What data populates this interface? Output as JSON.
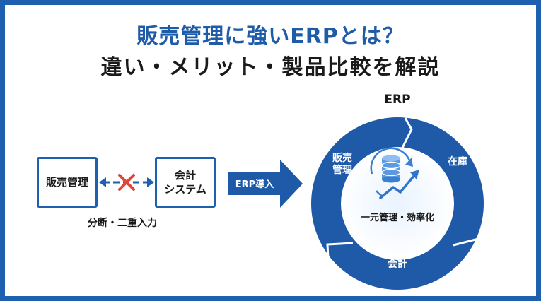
{
  "header": {
    "title_line1": "販売管理に強いERPとは？",
    "title_line2": "違い・メリット・製品比較を解説"
  },
  "left": {
    "box_sales": "販売管理",
    "box_accounting_l1": "会計",
    "box_accounting_l2": "システム",
    "caption": "分断・二重入力"
  },
  "arrow": {
    "label": "ERP導入"
  },
  "ring": {
    "title": "ERP",
    "seg_sales_l1": "販売",
    "seg_sales_l2": "管理",
    "seg_inventory": "在庫",
    "seg_accounting": "会計",
    "center_label": "一元管理・効率化"
  },
  "colors": {
    "primary": "#1f5fb0",
    "ring": "#1e5aa8",
    "cross": "#e0443a"
  },
  "icons": [
    "cross-icon",
    "database-icon",
    "growth-chart-icon",
    "cycle-arrows-icon"
  ]
}
